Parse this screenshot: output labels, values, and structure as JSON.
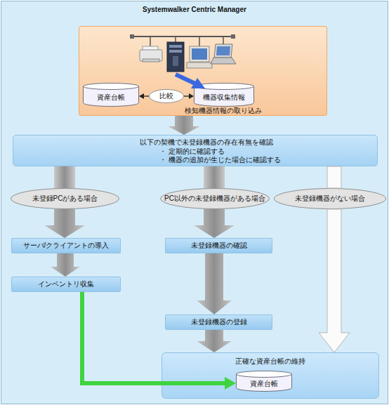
{
  "diagram": {
    "nodes": [
      {
        "text": [
          "Systemwalker Centric Manager"
        ]
      },
      {
        "text": [
          "検知機器情報の取り込み"
        ],
        "in": 0
      },
      {
        "text": [
          "資産台帳"
        ],
        "in": 1
      },
      {
        "text": [
          "比較"
        ],
        "in": 1
      },
      {
        "text": [
          "機器収集情報"
        ],
        "in": 1
      },
      {
        "text": [
          "以下の契機で未登録機器の存在有無を確認",
          "・ 定期的に確認する",
          "・ 機器の追加が生じた場合に確認する"
        ],
        "in": 0
      },
      {
        "text": [
          "未登録PCがある場合"
        ],
        "in": 0
      },
      {
        "text": [
          "PC以外の未登録機器がある場合"
        ],
        "in": 0
      },
      {
        "text": [
          "未登録機器がない場合"
        ],
        "in": 0
      },
      {
        "text": [
          "サーバ/クライアントの導入"
        ],
        "in": 0
      },
      {
        "text": [
          "未登録機器の確認"
        ],
        "in": 0
      },
      {
        "text": [
          "インベントリ収集"
        ],
        "in": 0
      },
      {
        "text": [
          "未登録機器の登録"
        ],
        "in": 0
      },
      {
        "text": [
          "正確な資産台帳の維持"
        ],
        "in": 0
      },
      {
        "text": [
          "資産台帳"
        ],
        "in": 13
      }
    ],
    "edges": [
      {
        "from": 3,
        "to": 2,
        "arrow": "to"
      },
      {
        "from": 3,
        "to": 4,
        "arrow": "to"
      },
      {
        "from": 1,
        "to": 5,
        "arrow": "to"
      },
      {
        "from": 5,
        "to": 6,
        "arrow": "none"
      },
      {
        "from": 6,
        "to": 9,
        "arrow": "to"
      },
      {
        "from": 5,
        "to": 7,
        "arrow": "none"
      },
      {
        "from": 7,
        "to": 10,
        "arrow": "to"
      },
      {
        "from": 5,
        "to": 8,
        "arrow": "none"
      },
      {
        "from": 8,
        "to": 13,
        "arrow": "to"
      },
      {
        "from": 9,
        "to": 11,
        "arrow": "to"
      },
      {
        "from": 10,
        "to": 12,
        "arrow": "to"
      },
      {
        "from": 12,
        "to": 13,
        "arrow": "to"
      },
      {
        "from": 11,
        "to": 14,
        "arrow": "to"
      }
    ]
  }
}
